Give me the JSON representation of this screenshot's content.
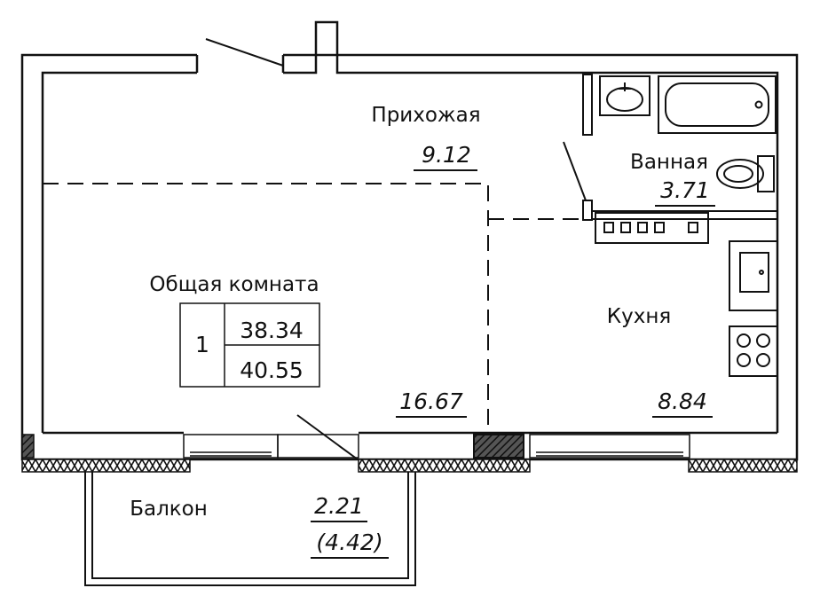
{
  "rooms": {
    "hallway": {
      "name": "Прихожая",
      "area": "9.12"
    },
    "bathroom": {
      "name": "Ванная",
      "area": "3.71"
    },
    "living": {
      "name": "Общая комната",
      "area": "16.67"
    },
    "kitchen": {
      "name": "Кухня",
      "area": "8.84"
    },
    "balcony": {
      "name": "Балкон",
      "area": "2.21",
      "area_full": "(4.42)"
    }
  },
  "summary": {
    "rooms_count": "1",
    "living_area": "38.34",
    "total_area": "40.55"
  }
}
